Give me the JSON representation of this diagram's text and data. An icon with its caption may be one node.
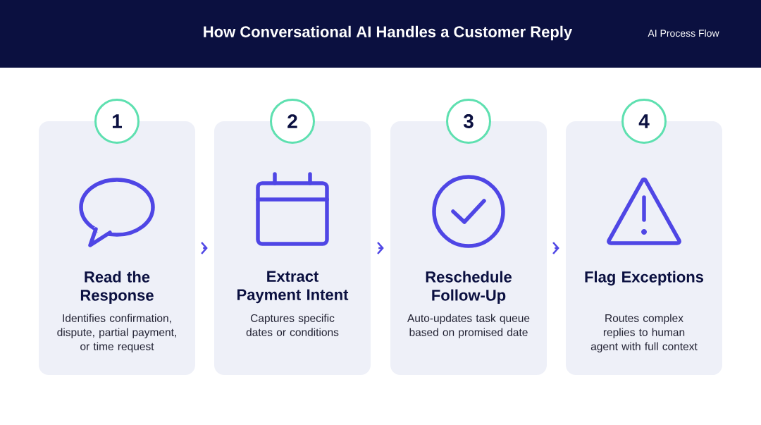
{
  "diagram": {
    "title": "How Conversational AI Handles a Customer Reply",
    "nodes": [
      {
        "text": [
          "1"
        ]
      },
      {
        "text": [
          "Read the Response",
          "Identifies confirmation, dispute, partial payment, or time request"
        ]
      },
      {
        "text": [
          "2"
        ]
      },
      {
        "text": [
          "Extract Payment Intent",
          "Captures specific dates or conditions"
        ]
      },
      {
        "text": [
          "3"
        ]
      },
      {
        "text": [
          "Reschedule Follow-Up",
          "Auto-updates task queue based on promised date"
        ]
      },
      {
        "text": [
          "4"
        ]
      },
      {
        "text": [
          "Flag Exceptions",
          "Routes complex replies to human agent with full context"
        ]
      }
    ],
    "edges": [
      {
        "from": 1,
        "to": 3,
        "arrow": "to"
      },
      {
        "from": 3,
        "to": 5,
        "arrow": "to"
      },
      {
        "from": 5,
        "to": 7,
        "arrow": "to"
      }
    ],
    "labels": [
      "AI Process Flow"
    ]
  }
}
